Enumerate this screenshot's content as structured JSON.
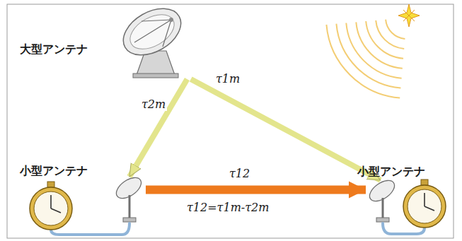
{
  "diagram": {
    "nodes": [
      {
        "text": [
          "大型アンテナ"
        ]
      },
      {
        "text": [
          "小型アンテナ"
        ]
      },
      {
        "text": [
          "小型アンテナ"
        ]
      }
    ],
    "edges": [
      {
        "from": 0,
        "to": 1,
        "arrow": "to",
        "label": "τ2m"
      },
      {
        "from": 0,
        "to": 2,
        "arrow": "to",
        "label": "τ1m"
      },
      {
        "from": 1,
        "to": 2,
        "arrow": "to",
        "label": "τ12"
      }
    ],
    "labels": [
      "τ12=τ1m-τ2m"
    ]
  }
}
